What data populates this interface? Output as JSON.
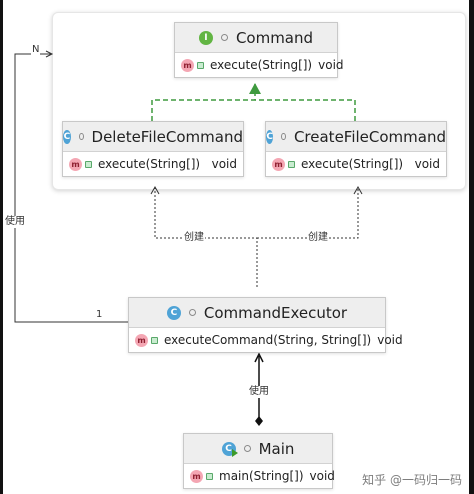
{
  "classes": {
    "command": {
      "name": "Command",
      "kind_icon": "interface-icon",
      "method_signature": "execute(String[])",
      "return_type": "void"
    },
    "delete_file_command": {
      "name": "DeleteFileCommand",
      "kind_icon": "class-icon",
      "method_signature": "execute(String[])",
      "return_type": "void"
    },
    "create_file_command": {
      "name": "CreateFileCommand",
      "kind_icon": "class-icon",
      "method_signature": "execute(String[])",
      "return_type": "void"
    },
    "command_executor": {
      "name": "CommandExecutor",
      "kind_icon": "class-icon",
      "method_signature": "executeCommand(String, String[])",
      "return_type": "void"
    },
    "main": {
      "name": "Main",
      "kind_icon": "runnable-class-icon",
      "method_signature": "main(String[])",
      "return_type": "void"
    }
  },
  "icons": {
    "interface_letter": "I",
    "class_letter": "C",
    "method_letter": "m"
  },
  "relations": {
    "uses_label": "使用",
    "multiplicity_many": "N",
    "multiplicity_one": "1",
    "create_label_left": "创建",
    "create_label_right": "创建",
    "main_uses_label": "使用"
  },
  "colors": {
    "realization_edge": "#3f9a3f",
    "dependency_edge": "#333333",
    "interface_icon": "#62b543",
    "class_icon": "#4fa3d6",
    "method_icon": "#f4a6b3"
  },
  "watermark": "知乎 @一码归一码"
}
